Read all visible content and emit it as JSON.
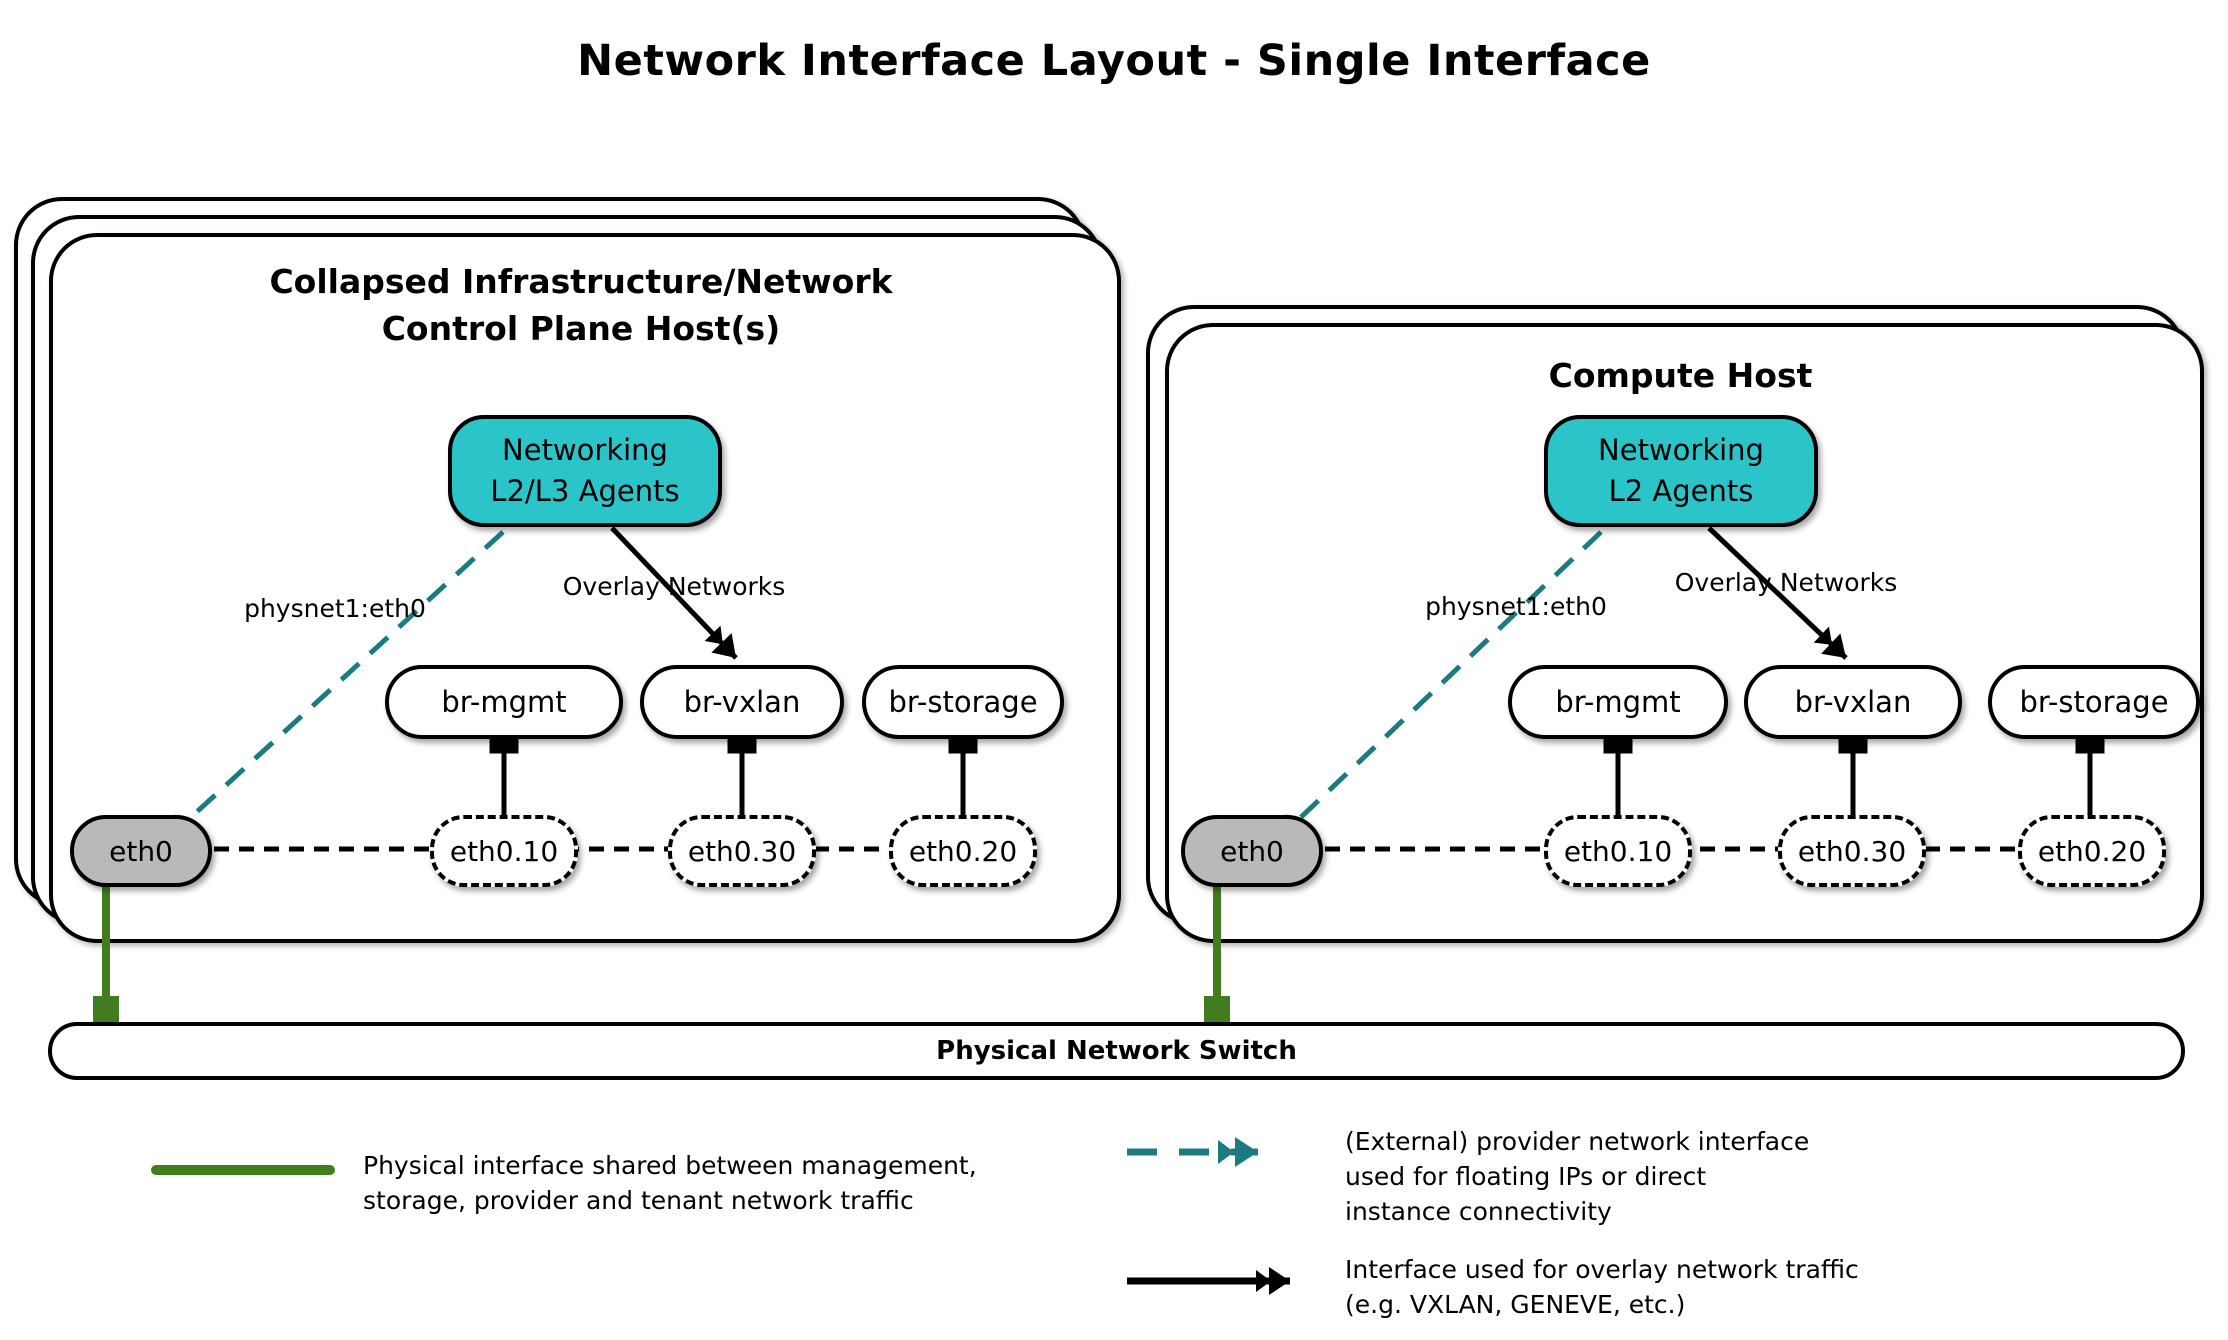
{
  "title": "Network Interface Layout - Single Interface",
  "colors": {
    "agent_fill_teal": "#2bc4c9",
    "provider_arrow_teal": "#1b7b80",
    "physical_link_green": "#417c1f",
    "interface_gray": "#b9b9b9",
    "line_black": "#000000"
  },
  "hosts": [
    {
      "title_lines": [
        "Collapsed Infrastructure/Network",
        "Control Plane Host(s)"
      ],
      "agent_lines": [
        "Networking",
        "L2/L3 Agents"
      ],
      "provider_arrow_label": "physnet1:eth0",
      "overlay_arrow_label": "Overlay Networks",
      "physical_interface": "eth0",
      "bridges": [
        {
          "name": "br-mgmt",
          "subinterface": "eth0.10"
        },
        {
          "name": "br-vxlan",
          "subinterface": "eth0.30"
        },
        {
          "name": "br-storage",
          "subinterface": "eth0.20"
        }
      ]
    },
    {
      "title_lines": [
        "Compute Host"
      ],
      "agent_lines": [
        "Networking",
        "L2 Agents"
      ],
      "provider_arrow_label": "physnet1:eth0",
      "overlay_arrow_label": "Overlay Networks",
      "physical_interface": "eth0",
      "bridges": [
        {
          "name": "br-mgmt",
          "subinterface": "eth0.10"
        },
        {
          "name": "br-vxlan",
          "subinterface": "eth0.30"
        },
        {
          "name": "br-storage",
          "subinterface": "eth0.20"
        }
      ]
    }
  ],
  "switch": {
    "label": "Physical Network Switch"
  },
  "legend": {
    "items": [
      {
        "swatch": "green-solid-line",
        "lines": [
          "Physical interface shared between management,",
          "storage, provider and tenant network traffic"
        ]
      },
      {
        "swatch": "teal-dashed-double-arrow",
        "lines": [
          "(External) provider network interface",
          "used for floating IPs or direct",
          "instance connectivity"
        ]
      },
      {
        "swatch": "black-solid-double-arrow",
        "lines": [
          "Interface used for overlay network traffic",
          "(e.g. VXLAN, GENEVE, etc.)"
        ]
      }
    ]
  }
}
